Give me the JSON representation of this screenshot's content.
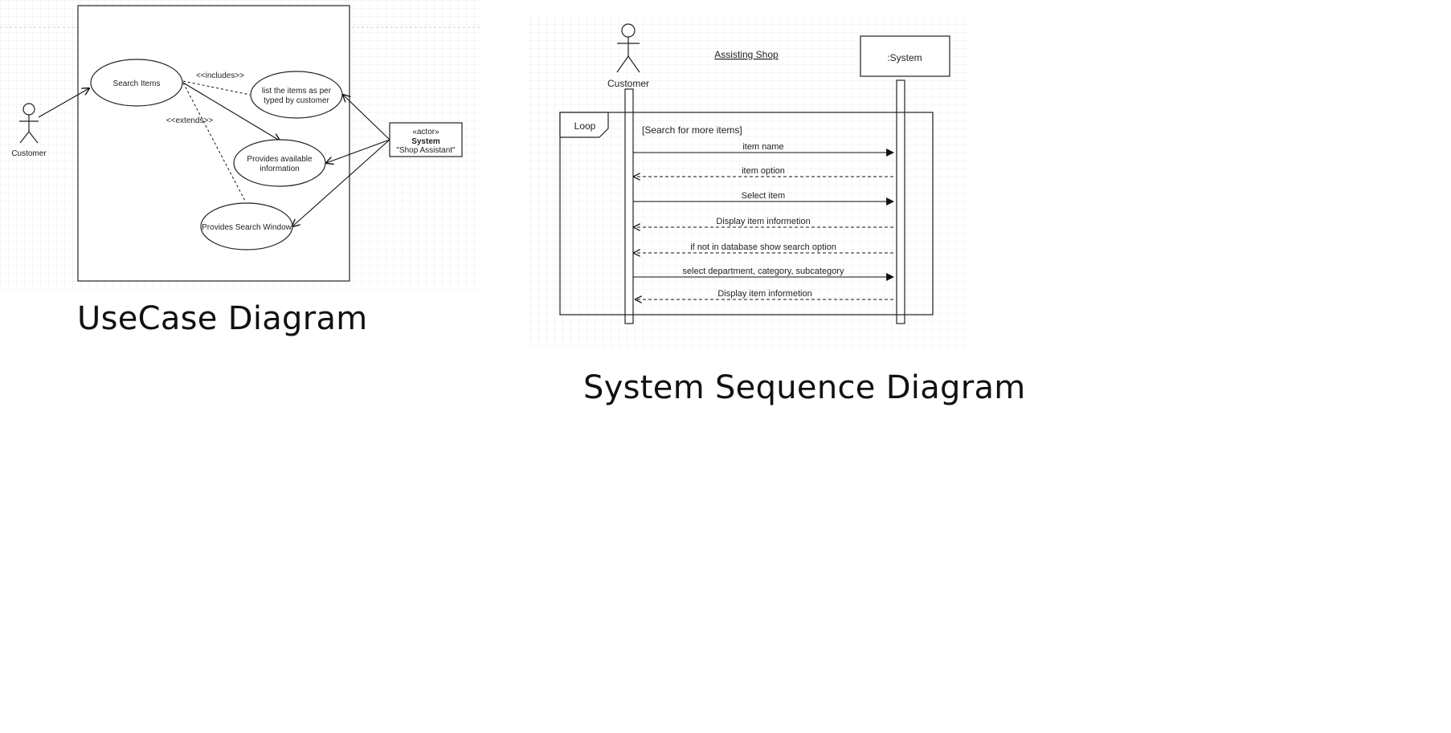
{
  "usecase": {
    "caption": "UseCase Diagram",
    "actor_left": "Customer",
    "use_cases": {
      "search": "Search Items",
      "list_line1": "list the items as per",
      "list_line2": "typed by customer",
      "info_line1": "Provides available",
      "info_line2": "information",
      "window": "Provides Search Window"
    },
    "includes_label": "<<includes>>",
    "extends_label": "<<extends>>",
    "system_actor": {
      "stereotype": "«actor»",
      "name": "System",
      "role": "\"Shop Assistant\""
    }
  },
  "sequence": {
    "caption": "System Sequence Diagram",
    "title": "Assisting Shop",
    "actor": "Customer",
    "system": ":System",
    "frame_label": "Loop",
    "guard": "[Search for more items]",
    "messages": [
      {
        "label": "item name",
        "kind": "sync"
      },
      {
        "label": "item option",
        "kind": "return"
      },
      {
        "label": "Select item",
        "kind": "sync"
      },
      {
        "label": "Display item informetion",
        "kind": "return"
      },
      {
        "label": "if not in database show search option",
        "kind": "return"
      },
      {
        "label": "select department, category, subcategory",
        "kind": "sync"
      },
      {
        "label": "Display item informetion",
        "kind": "return"
      }
    ]
  }
}
